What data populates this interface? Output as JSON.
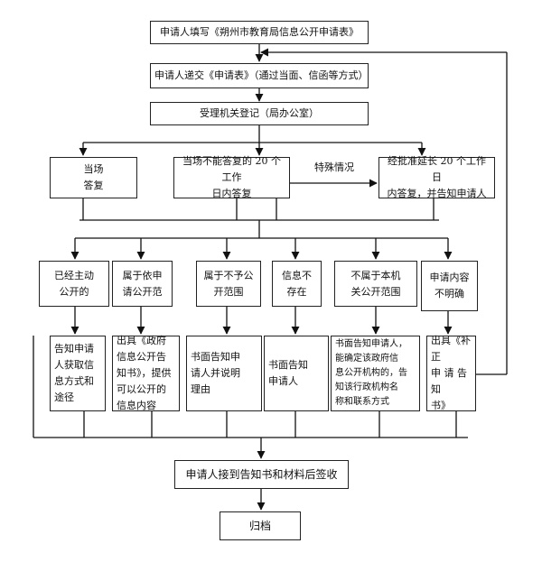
{
  "flow": {
    "fill_form": "申请人填写《朔州市教育局信息公开申请表》",
    "submit_form": "申请人递交《申请表》（通过当面、信函等方式）",
    "register": "受理机关登记（局办公室）",
    "answer_now": "当场\n答复",
    "answer_20days": "当场不能答复的 20 个工作\n日内答复",
    "special_case": "特殊情况",
    "extend": "经批准延长 20 个工作日\n内答复，并告知申请人",
    "cat_public": "已经主动\n公开的",
    "cat_on_request": "属于依申\n请公开范",
    "cat_not_public": "属于不予公\n开范围",
    "cat_not_exist": "信息不\n存在",
    "cat_not_agency": "不属于本机\n关公开范围",
    "cat_unclear": "申请内容\n不明确",
    "res_public": "告知申请\n人获取信\n息方式和\n途径",
    "res_on_request": "出具《政府\n信息公开告\n知书》，提供\n可以公开的\n信息内容",
    "res_not_public": "书面告知申\n请人并说明\n理由",
    "res_not_exist": "书面告知\n申请人",
    "res_not_agency": "书面告知申请人，\n能确定该政府信\n息公开机构的，告\n知该行政机构名\n称和联系方式",
    "res_unclear": "出具《补正\n申 请 告 知\n书》",
    "sign": "申请人接到告知书和材料后签收",
    "archive": "归档"
  }
}
